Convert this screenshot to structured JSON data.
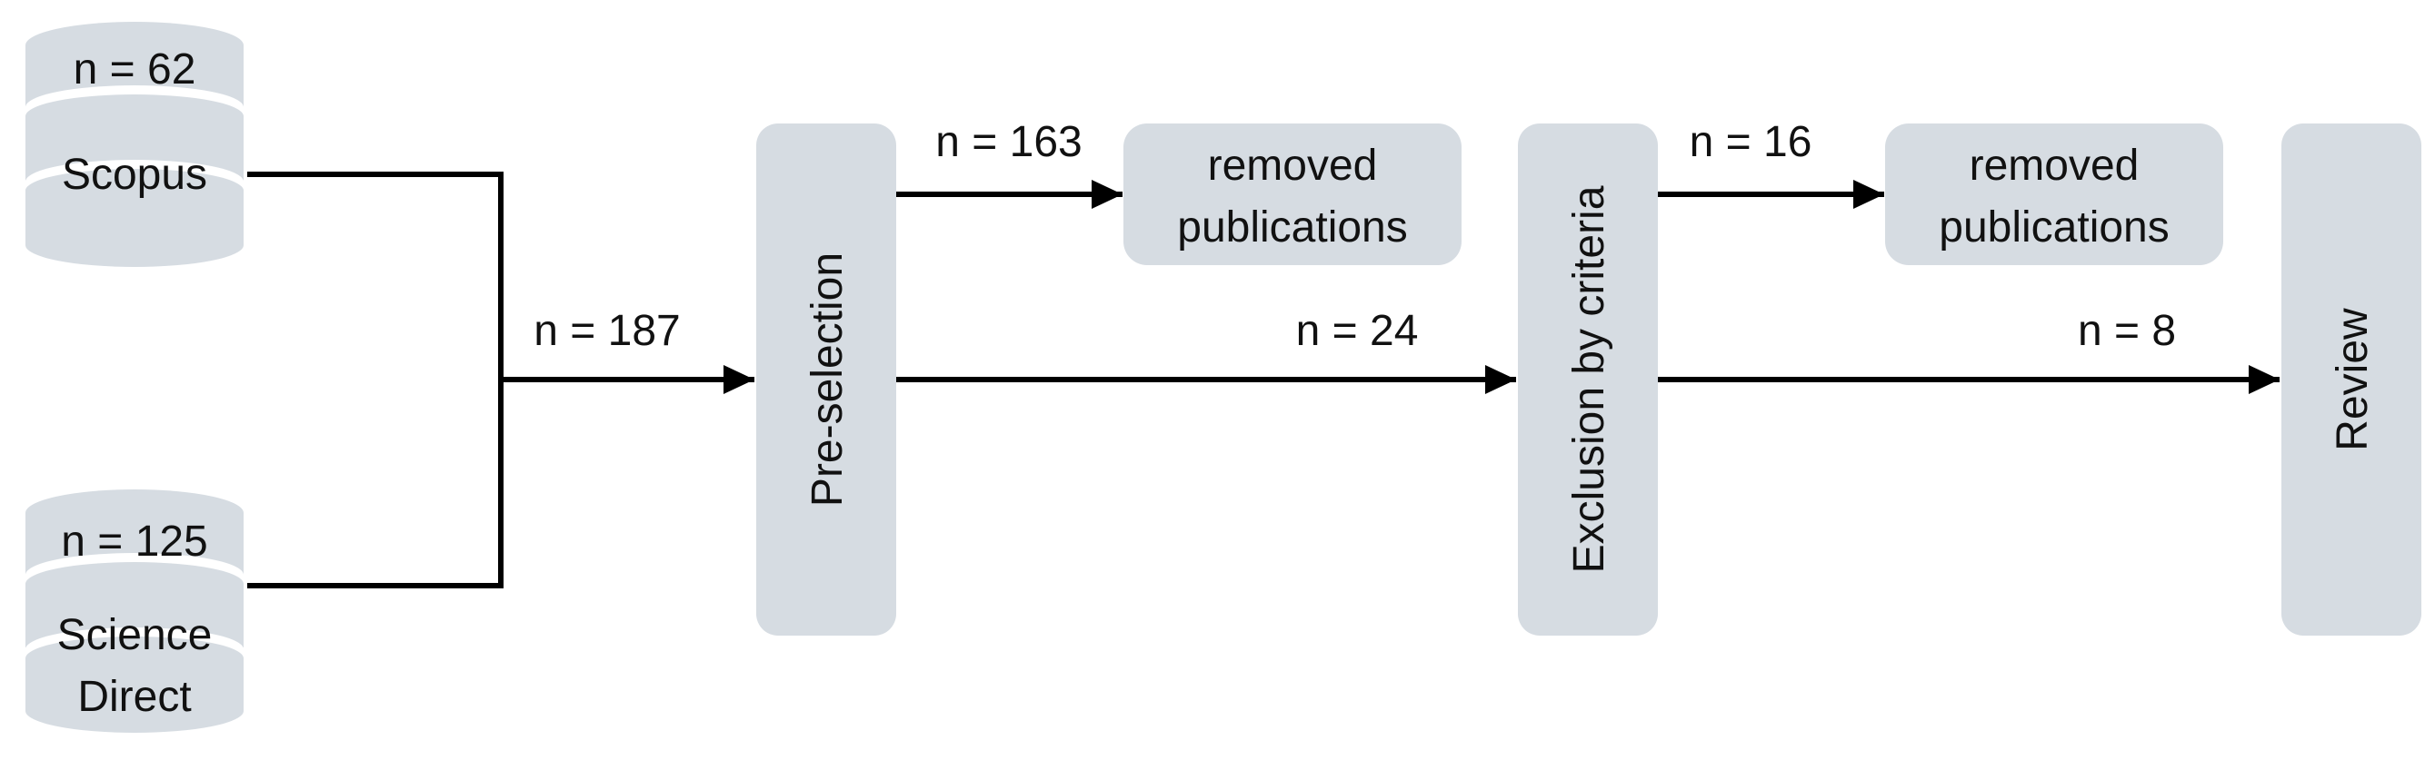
{
  "sources": [
    {
      "count_label": "n = 62",
      "name_lines": [
        "Scopus"
      ]
    },
    {
      "count_label": "n = 125",
      "name_lines": [
        "Science",
        "Direct"
      ]
    }
  ],
  "steps": {
    "preselection": "Pre-selection",
    "exclusion": "Exclusion by criteria",
    "review": "Review"
  },
  "removed": {
    "first": [
      "removed",
      "publications"
    ],
    "second": [
      "removed",
      "publications"
    ]
  },
  "edge_labels": {
    "merged": "n = 187",
    "removed_after_preselection": "n = 163",
    "after_preselection": "n = 24",
    "removed_after_exclusion": "n = 16",
    "after_exclusion": "n = 8"
  },
  "colors": {
    "box_fill": "#d6dce2",
    "arrow": "#000000",
    "text": "#111111"
  }
}
